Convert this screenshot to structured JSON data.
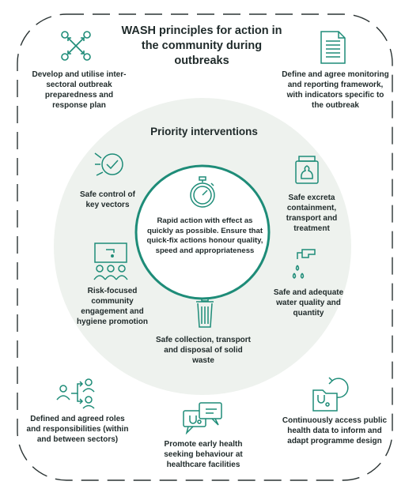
{
  "title": "WASH principles for action in the community during outbreaks",
  "priority_heading": "Priority interventions",
  "center_text": "Rapid action with effect as quickly as possible. Ensure that quick-fix actions honour quality, speed and appropriateness",
  "outer_items": {
    "plan": "Develop and utilise inter-sectoral outbreak preparedness and response plan",
    "monitoring": "Define and agree monitoring and reporting framework, with indicators specific to the outbreak",
    "roles": "Defined and agreed roles and responsibilities (within and between sectors)",
    "health_seeking": "Promote early health seeking behaviour at healthcare facilities",
    "public_health_data": "Continuously access public health data to inform and adapt programme design"
  },
  "inner_items": {
    "vectors": "Safe control of key vectors",
    "excreta": "Safe excreta containment, transport and treatment",
    "community": "Risk-focused community engagement and hygiene promotion",
    "water": "Safe and adequate water quality and quantity",
    "solid_waste": "Safe collection, transport and disposal of solid waste"
  },
  "colors": {
    "accent": "#1e8c78",
    "circle_fill": "#eef2ee",
    "text": "#1f2a2a",
    "frame": "#2a3333"
  }
}
